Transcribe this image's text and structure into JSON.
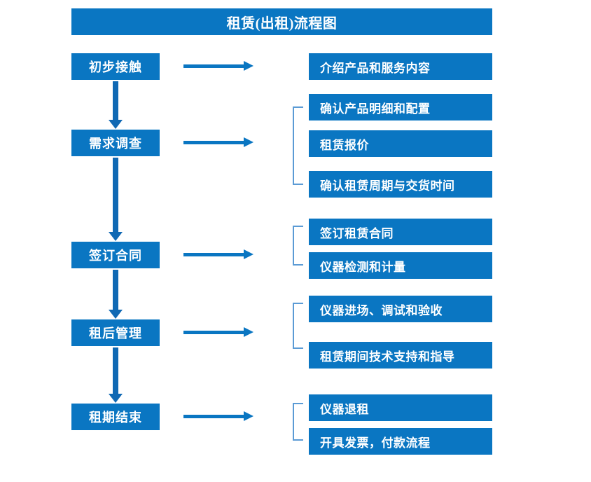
{
  "colors": {
    "box_fill": "#0A76C2",
    "arrow": "#1069B4",
    "bracket": "#5B9BD5",
    "text": "#FFFFFF",
    "background": "#FFFFFF"
  },
  "title": "租赁(出租)流程图",
  "chart_data": {
    "type": "diagram",
    "title": "租赁(出租)流程图",
    "orientation": "vertical-with-side-details",
    "stages": [
      {
        "id": "stage-1",
        "label": "初步接触",
        "details": [
          "介绍产品和服务内容"
        ],
        "has_bracket": false
      },
      {
        "id": "stage-2",
        "label": "需求调查",
        "details": [
          "确认产品明细和配置",
          "租赁报价",
          "确认租赁周期与交货时间"
        ],
        "has_bracket": true
      },
      {
        "id": "stage-3",
        "label": "签订合同",
        "details": [
          "签订租赁合同",
          "仪器检测和计量"
        ],
        "has_bracket": true
      },
      {
        "id": "stage-4",
        "label": "租后管理",
        "details": [
          "仪器进场、调试和验收",
          "租赁期间技术支持和指导"
        ],
        "has_bracket": true
      },
      {
        "id": "stage-5",
        "label": "租期结束",
        "details": [
          "仪器退租",
          "开具发票，付款流程"
        ],
        "has_bracket": true
      }
    ],
    "connectors": [
      {
        "from": "初步接触",
        "to": "需求调查",
        "type": "vertical-arrow"
      },
      {
        "from": "需求调查",
        "to": "签订合同",
        "type": "vertical-arrow"
      },
      {
        "from": "签订合同",
        "to": "租后管理",
        "type": "vertical-arrow"
      },
      {
        "from": "租后管理",
        "to": "租期结束",
        "type": "vertical-arrow"
      }
    ]
  },
  "stage_boxes": [
    {
      "label": "初步接触"
    },
    {
      "label": "需求调查"
    },
    {
      "label": "签订合同"
    },
    {
      "label": "租后管理"
    },
    {
      "label": "租期结束"
    }
  ],
  "detail_boxes": [
    {
      "label": "介绍产品和服务内容"
    },
    {
      "label": "确认产品明细和配置"
    },
    {
      "label": "租赁报价"
    },
    {
      "label": "确认租赁周期与交货时间"
    },
    {
      "label": "签订租赁合同"
    },
    {
      "label": "仪器检测和计量"
    },
    {
      "label": "仪器进场、调试和验收"
    },
    {
      "label": "租赁期间技术支持和指导"
    },
    {
      "label": "仪器退租"
    },
    {
      "label": "开具发票，付款流程"
    }
  ]
}
